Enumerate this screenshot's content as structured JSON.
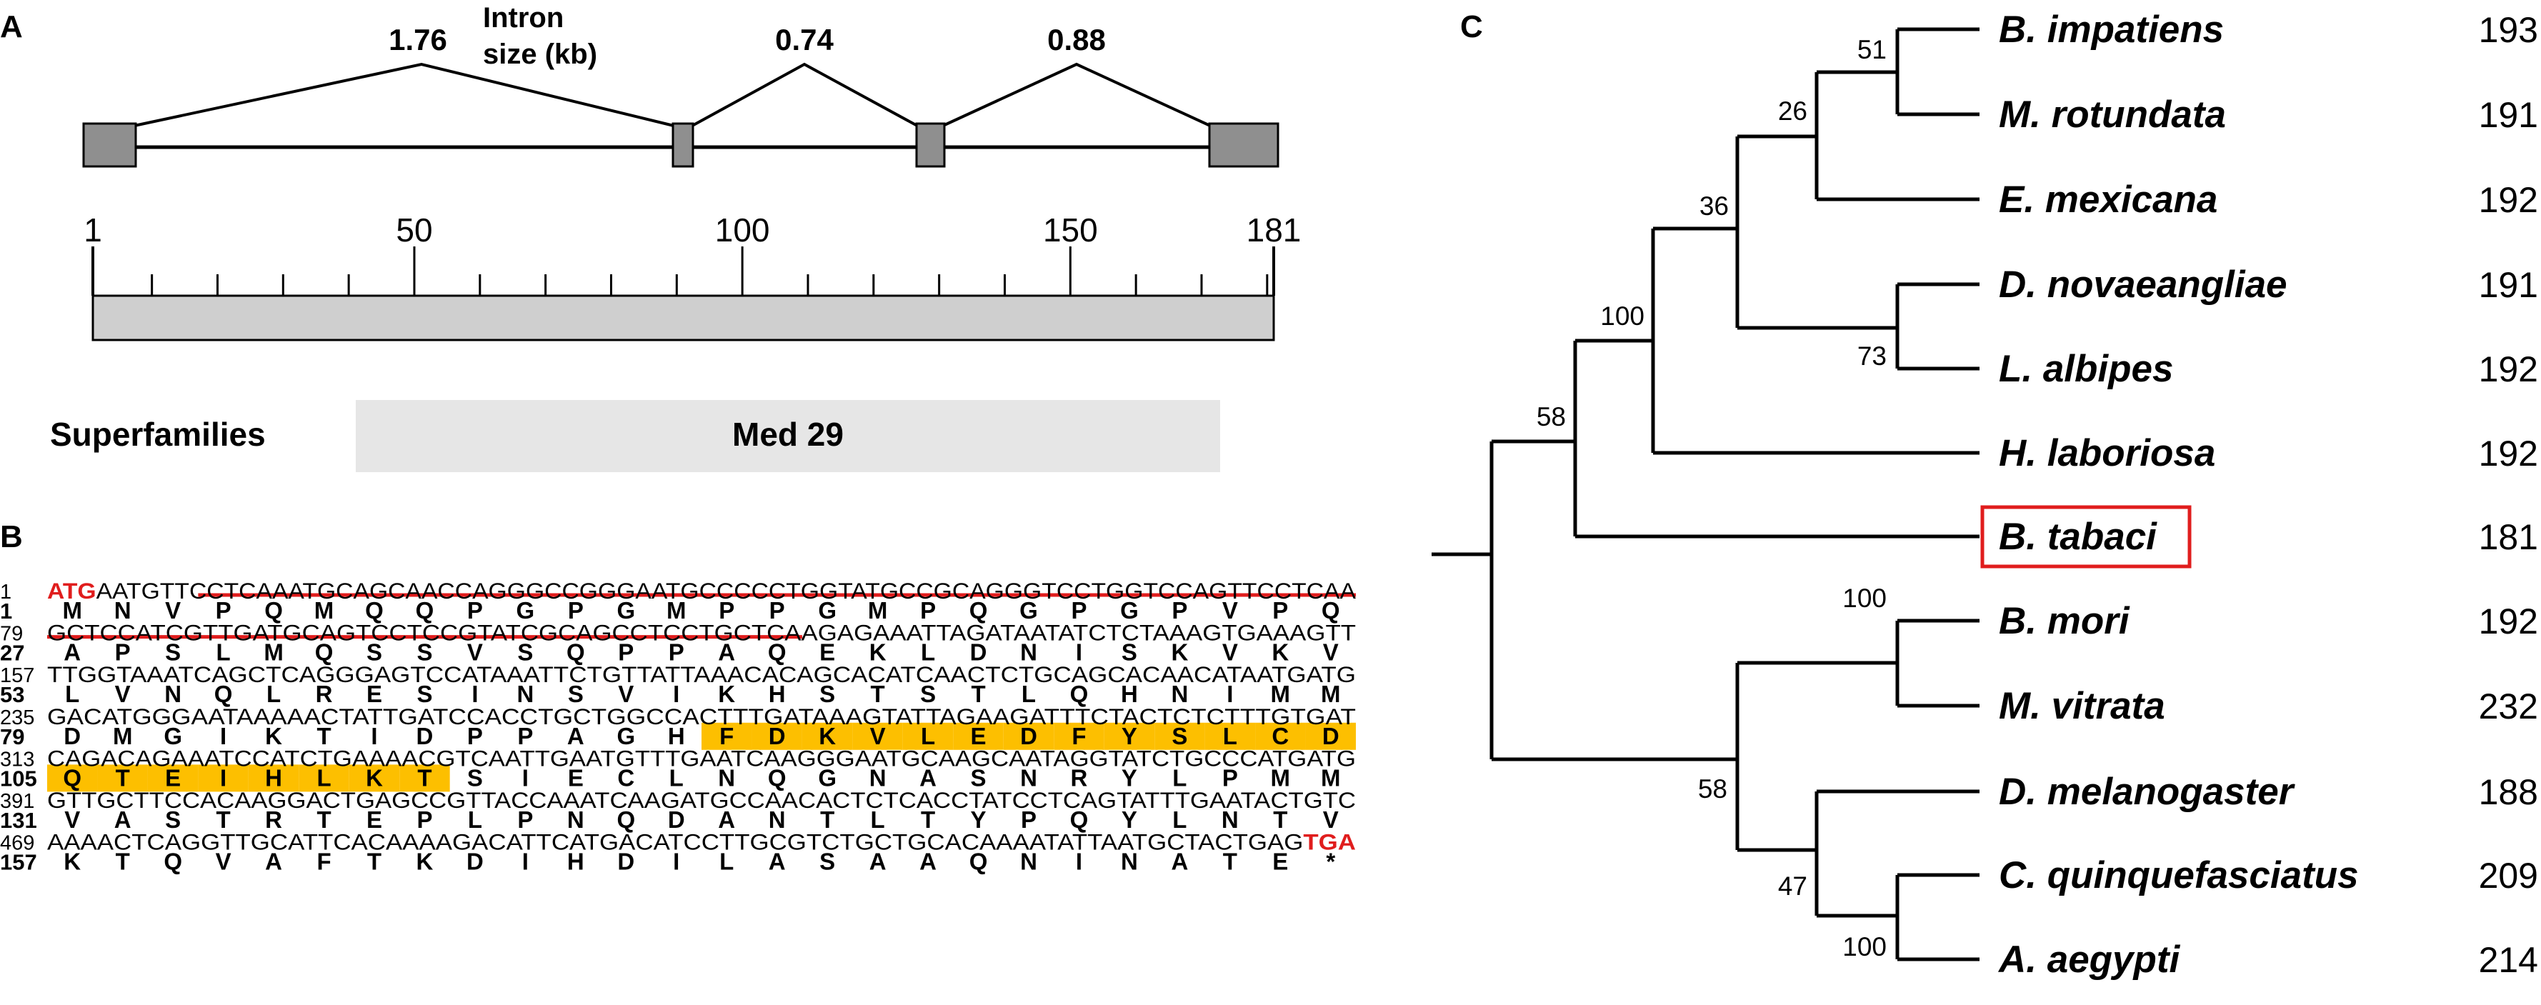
{
  "colors": {
    "exon": "#8f8f8f",
    "axis_bar": "#cfcfcf",
    "superfamily_bar": "#e6e6e6",
    "highlight": "#fdbf00",
    "start_stop_codon": "#e01d1d",
    "underline": "#e01d1d",
    "focal_box": "#e01d1d"
  },
  "panel_a": {
    "label": "A",
    "intron_title_line1": "Intron",
    "intron_title_line2": "size (kb)",
    "introns_kb": [
      "1.76",
      "0.74",
      "0.88"
    ],
    "ruler": {
      "min": 1,
      "max": 181,
      "ticks": [
        "1",
        "50",
        "100",
        "150",
        "181"
      ],
      "minor_step": 10
    },
    "superfamily_label": "Superfamilies",
    "superfamily_name": "Med 29"
  },
  "panel_b": {
    "label": "B",
    "blocks": [
      {
        "nt_index": "1",
        "nt": "ATGAATGTTCCTCAAATGCAGCAACCAGGGCCGGGAATGCCCCCTGGTATGCCGCAGGGTCCTGGTCCAGTTCCTCAA",
        "aa_index": "1",
        "aa": "MNVPQMQQPGPGMPPGMPQGPGPVPQ",
        "start_codon": "ATG"
      },
      {
        "nt_index": "79",
        "nt": "GCTCCATCGTTGATGCAGTCCTCCGTATCGCAGCCTCCTGCTCAAGAGAAATTAGATAATATCTCTAAAGTGAAAGTT",
        "aa_index": "27",
        "aa": "APSLMQSSVSQPPAQEKLDNISKVKV"
      },
      {
        "nt_index": "157",
        "nt": "TTGGTAAATCAGCTCAGGGAGTCCATAAATTCTGTTATTAAACACAGCACATCAACTCTGCAGCACAACATAATGATG",
        "aa_index": "53",
        "aa": "LVNQLRESINSVIKHSTSTLQHNIMM"
      },
      {
        "nt_index": "235",
        "nt": "GACATGGGAATAAAAACTATTGATCCACCTGCTGGCCACTTTGATAAAGTATTAGAAGATTTCTACTCTCTTTGTGAT",
        "aa_index": "79",
        "aa": "DMGIKTIDPPAGHFDKVLEDFYSLCD"
      },
      {
        "nt_index": "313",
        "nt": "CAGACAGAAATCCATCTGAAAACGTCAATTGAATGTTTGAATCAAGGGAATGCAAGCAATAGGTATCTGCCCATGATG",
        "aa_index": "105",
        "aa": "QTEIHLKTSIECLNQGNASNRYLPMM"
      },
      {
        "nt_index": "391",
        "nt": "GTTGCTTCCACAAGGACTGAGCCGTTACCAAATCAAGATGCCAACACTCTCACCTATCCTCAGTATTTGAATACTGTC",
        "aa_index": "131",
        "aa": "VASTRTEPLPNQDANTLTYPQYLNTV"
      },
      {
        "nt_index": "469",
        "nt": "AAAACTCAGGTTGCATTCACAAAAGACATTCATGACATCCTTGCGTCTGCTGCACAAAATATTAATGCTACTGAG",
        "aa_index": "157",
        "aa": "KTQVAFTKDIHDILASAAQNINATE*",
        "stop_codon": "TGA"
      }
    ]
  },
  "panel_c": {
    "label": "C",
    "taxa": [
      {
        "name": "B. impatiens",
        "count": "193"
      },
      {
        "name": "M. rotundata",
        "count": "191"
      },
      {
        "name": "E. mexicana",
        "count": "192"
      },
      {
        "name": "D. novaeangliae",
        "count": "191"
      },
      {
        "name": "L. albipes",
        "count": "192"
      },
      {
        "name": "H. laboriosa",
        "count": "192"
      },
      {
        "name": "B. tabaci",
        "count": "181",
        "highlight": true
      },
      {
        "name": "B. mori",
        "count": "192"
      },
      {
        "name": "M. vitrata",
        "count": "232"
      },
      {
        "name": "D. melanogaster",
        "count": "188"
      },
      {
        "name": "C. quinquefasciatus",
        "count": "209"
      },
      {
        "name": "A. aegypti",
        "count": "214"
      }
    ],
    "bootstraps": [
      "51",
      "26",
      "36",
      "73",
      "100",
      "58",
      "100",
      "58",
      "47",
      "100"
    ]
  }
}
